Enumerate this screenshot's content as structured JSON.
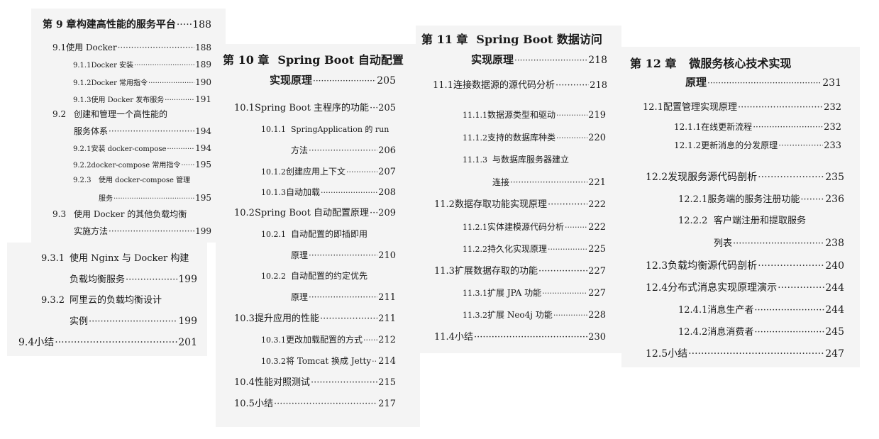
{
  "ch9": {
    "chapter_num": "第 9 章",
    "chapter_title": "构建高性能的服务平台",
    "chapter_page": "188",
    "s9_1": {
      "num": "9.1",
      "title": "使用 Docker",
      "page": "188"
    },
    "s9_1_1": {
      "num": "9.1.1",
      "title": "Docker 安装",
      "page": "189"
    },
    "s9_1_2": {
      "num": "9.1.2",
      "title": "Docker 常用指令",
      "page": "190"
    },
    "s9_1_3": {
      "num": "9.1.3",
      "title": "使用 Docker 发布服务",
      "page": "191"
    },
    "s9_2": {
      "num": "9.2",
      "title_line1": "创建和管理一个高性能的",
      "title_line2": "服务体系",
      "page": "194"
    },
    "s9_2_1": {
      "num": "9.2.1",
      "title": "安装 docker-compose",
      "page": "194"
    },
    "s9_2_2": {
      "num": "9.2.2",
      "title": "docker-compose 常用指令",
      "page": "195"
    },
    "s9_2_3": {
      "num": "9.2.3",
      "title_line1": "使用 docker-compose 管理",
      "title_line2": "服务",
      "page": "195"
    },
    "s9_3": {
      "num": "9.3",
      "title_line1": "使用 Docker 的其他负载均衡",
      "title_line2": "实施方法",
      "page": "199"
    },
    "s9_3_1": {
      "num": "9.3.1",
      "title_line1": "使用 Nginx 与 Docker 构建",
      "title_line2": "负载均衡服务",
      "page": "199"
    },
    "s9_3_2": {
      "num": "9.3.2",
      "title_line1": "阿里云的负载均衡设计",
      "title_line2": "实例",
      "page": "199"
    },
    "s9_4": {
      "num": "9.4",
      "title": "小结",
      "page": "201"
    }
  },
  "ch10": {
    "chapter_num": "第 10 章",
    "chapter_title_line1": "Spring Boot 自动配置",
    "chapter_title_line2": "实现原理",
    "chapter_page": "205",
    "s10_1": {
      "num": "10.1",
      "title": "Spring Boot 主程序的功能",
      "page": "205"
    },
    "s10_1_1": {
      "num": "10.1.1",
      "title_line1": "SpringApplication 的 run",
      "title_line2": "方法",
      "page": "206"
    },
    "s10_1_2": {
      "num": "10.1.2",
      "title": "创建应用上下文",
      "page": "207"
    },
    "s10_1_3": {
      "num": "10.1.3",
      "title": "自动加载",
      "page": "208"
    },
    "s10_2": {
      "num": "10.2",
      "title": "Spring Boot 自动配置原理",
      "page": "209"
    },
    "s10_2_1": {
      "num": "10.2.1",
      "title_line1": "自动配置的即插即用",
      "title_line2": "原理",
      "page": "210"
    },
    "s10_2_2": {
      "num": "10.2.2",
      "title_line1": "自动配置的约定优先",
      "title_line2": "原理",
      "page": "211"
    },
    "s10_3": {
      "num": "10.3",
      "title": "提升应用的性能",
      "page": "211"
    },
    "s10_3_1": {
      "num": "10.3.1",
      "title": "更改加载配置的方式",
      "page": "212"
    },
    "s10_3_2": {
      "num": "10.3.2",
      "title": "将 Tomcat 换成 Jetty",
      "page": "214"
    },
    "s10_4": {
      "num": "10.4",
      "title": "性能对照测试",
      "page": "215"
    },
    "s10_5": {
      "num": "10.5",
      "title": "小结",
      "page": "217"
    }
  },
  "ch11": {
    "chapter_num": "第 11 章",
    "chapter_title_line1": "Spring Boot 数据访问",
    "chapter_title_line2": "实现原理",
    "chapter_page": "218",
    "s11_1": {
      "num": "11.1",
      "title": "连接数据源的源代码分析",
      "page": "218"
    },
    "s11_1_1": {
      "num": "11.1.1",
      "title": "数据源类型和驱动",
      "page": "219"
    },
    "s11_1_2": {
      "num": "11.1.2",
      "title": "支持的数据库种类",
      "page": "220"
    },
    "s11_1_3": {
      "num": "11.1.3",
      "title_line1": "与数据库服务器建立",
      "title_line2": "连接",
      "page": "221"
    },
    "s11_2": {
      "num": "11.2",
      "title": "数据存取功能实现原理",
      "page": "222"
    },
    "s11_2_1": {
      "num": "11.2.1",
      "title": "实体建模源代码分析",
      "page": "222"
    },
    "s11_2_2": {
      "num": "11.2.2",
      "title": "持久化实现原理",
      "page": "225"
    },
    "s11_3": {
      "num": "11.3",
      "title": "扩展数据存取的功能",
      "page": "227"
    },
    "s11_3_1": {
      "num": "11.3.1",
      "title": "扩展 JPA 功能",
      "page": "227"
    },
    "s11_3_2": {
      "num": "11.3.2",
      "title": "扩展 Neo4j 功能",
      "page": "228"
    },
    "s11_4": {
      "num": "11.4",
      "title": "小结",
      "page": "230"
    }
  },
  "ch12": {
    "chapter_num": "第 12 章",
    "chapter_title_line1": "微服务核心技术实现",
    "chapter_title_line2": "原理",
    "chapter_page": "231",
    "s12_1": {
      "num": "12.1",
      "title": "配置管理实现原理",
      "page": "232"
    },
    "s12_1_1": {
      "num": "12.1.1",
      "title": "在线更新流程",
      "page": "232"
    },
    "s12_1_2": {
      "num": "12.1.2",
      "title": "更新消息的分发原理",
      "page": "233"
    },
    "s12_2": {
      "num": "12.2",
      "title": "发现服务源代码剖析",
      "page": "235"
    },
    "s12_2_1": {
      "num": "12.2.1",
      "title": "服务端的服务注册功能",
      "page": "236"
    },
    "s12_2_2": {
      "num": "12.2.2",
      "title_line1": "客户端注册和提取服务",
      "title_line2": "列表",
      "page": "238"
    },
    "s12_3": {
      "num": "12.3",
      "title": "负载均衡源代码剖析",
      "page": "240"
    },
    "s12_4": {
      "num": "12.4",
      "title": "分布式消息实现原理演示",
      "page": "244"
    },
    "s12_4_1": {
      "num": "12.4.1",
      "title": "消息生产者",
      "page": "244"
    },
    "s12_4_2": {
      "num": "12.4.2",
      "title": "消息消费者",
      "page": "245"
    },
    "s12_5": {
      "num": "12.5",
      "title": "小结",
      "page": "247"
    }
  }
}
